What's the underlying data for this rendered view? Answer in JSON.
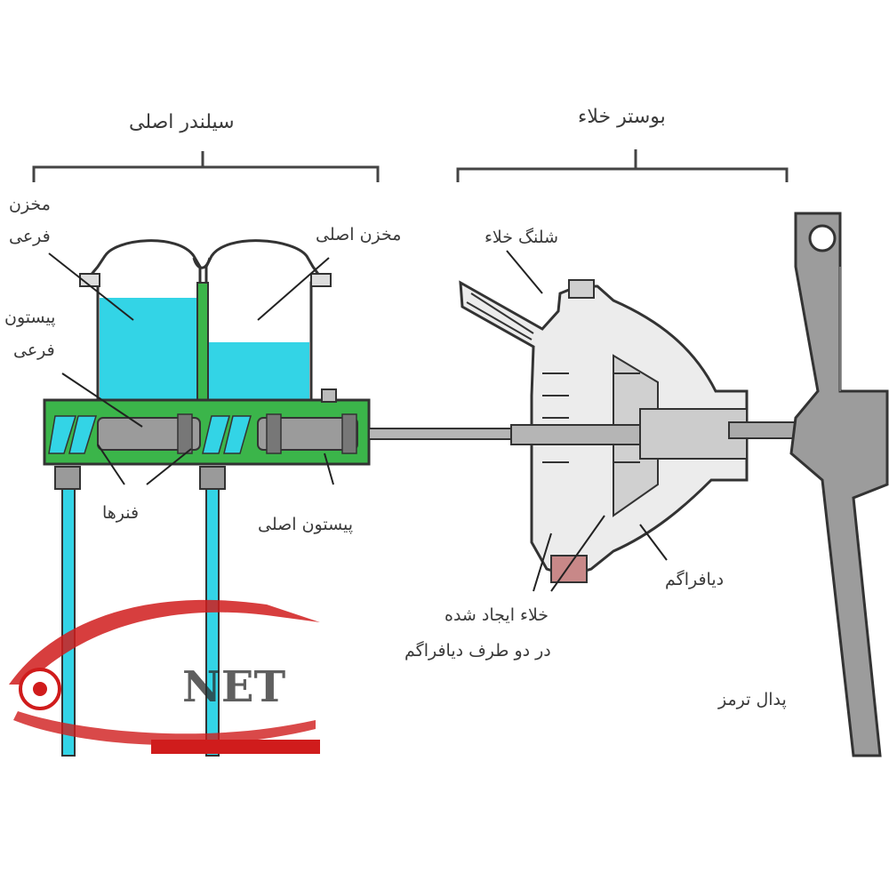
{
  "labels": {
    "master_cylinder": "سیلندر اصلی",
    "vacuum_booster": "بوستر خلاء",
    "secondary_reservoir_1": "مخزن",
    "secondary_reservoir_2": "فرعی",
    "main_reservoir": "مخزن اصلی",
    "vacuum_hose": "شلنگ خلاء",
    "secondary_piston_1": "پیستون",
    "secondary_piston_2": "فرعی",
    "springs": "فنرها",
    "main_piston": "پیستون اصلی",
    "diaphragm": "دیافراگم",
    "vacuum_note_1": "خلاء ایجاد شده",
    "vacuum_note_2": "در دو طرف دیافراگم",
    "brake_pedal": "پدال ترمز"
  },
  "watermark": {
    "brand": "NET"
  },
  "colors": {
    "fluid": "#33d4e6",
    "cylinder_body": "#3bb54a",
    "line": "#333333",
    "watermark": "#d01c1c"
  }
}
